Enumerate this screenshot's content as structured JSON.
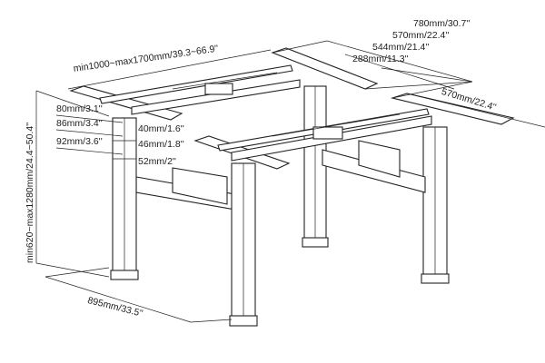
{
  "dimensions": {
    "width_range": "min1000~max1700mm/39.3~66.9''",
    "depth_total": "780mm/30.7''",
    "arm_length_back": "570mm/22.4''",
    "arm_length_front": "570mm/22.4''",
    "arm_inner": "544mm/21.4''",
    "arm_mount": "288mm/11.3''",
    "column_outer_1": "80mm/3.1''",
    "column_outer_2": "86mm/3.4''",
    "column_outer_3": "92mm/3.6''",
    "column_inner_1": "40mm/1.6''",
    "column_inner_2": "46mm/1.8''",
    "column_inner_3": "52mm/2''",
    "height_range": "min620~max1280mm/24.4~50.4''",
    "foot_length": "895mm/33.5''"
  }
}
